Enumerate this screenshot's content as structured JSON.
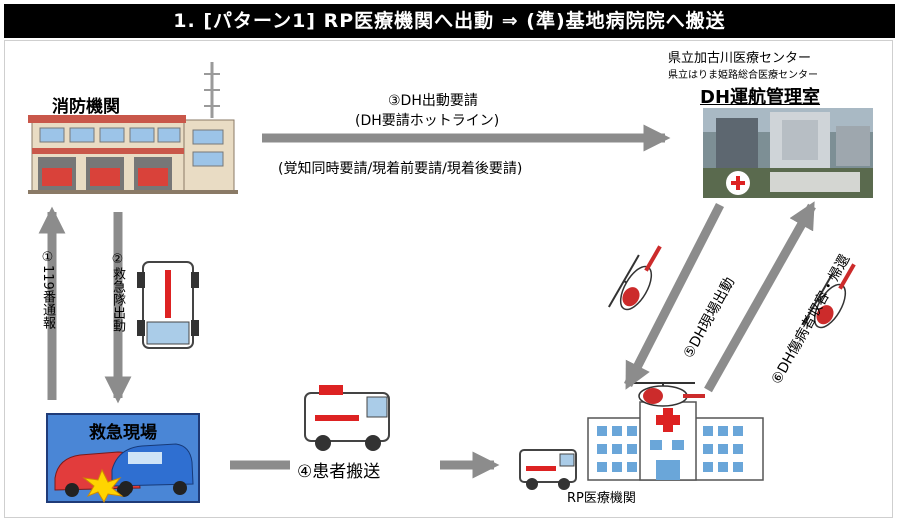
{
  "title": "1. [パターン1]  RP医療機関へ出動  ⇒  (準)基地病院院へ搬送",
  "fire_station": {
    "label": "消防機関"
  },
  "dh_center": {
    "line1": "県立加古川医療センター",
    "line2": "県立はりま姫路総合医療センター",
    "label": "DH運航管理室"
  },
  "scene": {
    "label": "救急現場"
  },
  "rp_facility": {
    "label": "RP医療機関"
  },
  "flows": {
    "dh_request": "③DH出動要請",
    "hotline": "(DH要請ホットライン)",
    "timing": "(覚知同時要請/現着前要請/現着後要請)",
    "emergency_call": "①119番通報",
    "ambulance_dispatch": "②救急隊出動",
    "patient_transport": "④患者搬送",
    "dh_to_scene": "⑤DH現場出動",
    "dh_return": "⑥DH傷病者収容・帰還"
  },
  "colors": {
    "arrow": "#8c8c8c",
    "scene_bg": "#4a86d6",
    "scene_border": "#1f3b78",
    "title_bg": "#000000"
  }
}
